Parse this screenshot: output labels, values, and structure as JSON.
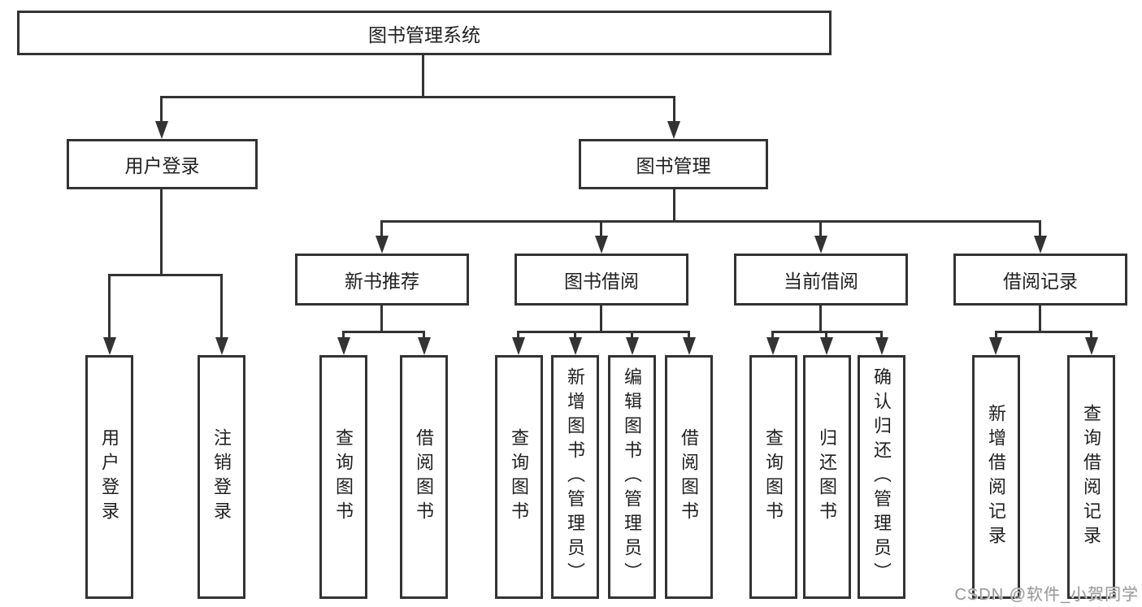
{
  "diagram": {
    "title_node": {
      "label": "图书管理系统"
    },
    "level2": [
      {
        "label": "用户登录"
      },
      {
        "label": "图书管理"
      }
    ],
    "level3": [
      {
        "label": "新书推荐"
      },
      {
        "label": "图书借阅"
      },
      {
        "label": "当前借阅"
      },
      {
        "label": "借阅记录"
      }
    ],
    "leaves": [
      {
        "label": "用户登录",
        "parent": "用户登录"
      },
      {
        "label": "注销登录",
        "parent": "用户登录"
      },
      {
        "label": "查询图书",
        "parent": "新书推荐"
      },
      {
        "label": "借阅图书",
        "parent": "新书推荐"
      },
      {
        "label": "查询图书",
        "parent": "图书借阅"
      },
      {
        "label": "新增图书（管理员）",
        "parent": "图书借阅"
      },
      {
        "label": "编辑图书（管理员）",
        "parent": "图书借阅"
      },
      {
        "label": "借阅图书",
        "parent": "图书借阅"
      },
      {
        "label": "查询图书",
        "parent": "当前借阅"
      },
      {
        "label": "归还图书",
        "parent": "当前借阅"
      },
      {
        "label": "确认归还（管理员）",
        "parent": "当前借阅"
      },
      {
        "label": "新增借阅记录",
        "parent": "借阅记录"
      },
      {
        "label": "查询借阅记录",
        "parent": "借阅记录"
      }
    ],
    "watermark": "CSDN @软件_小贺同学",
    "colors": {
      "line": "#333333",
      "text": "#1f1f1f",
      "background": "#ffffff",
      "watermark": "#9a9a9a"
    }
  }
}
